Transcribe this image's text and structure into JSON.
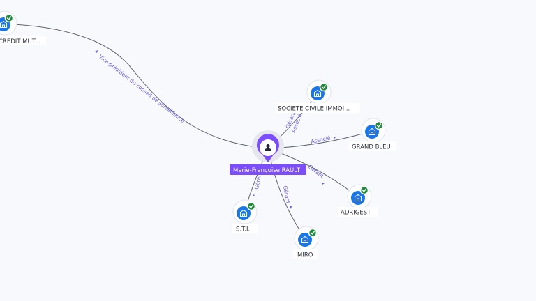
{
  "center": {
    "name": "Marie-Françoise RAULT",
    "icon": "person-icon",
    "color": "#7c4dff"
  },
  "companies": [
    {
      "id": "credit_mutuel",
      "label": "CREDIT MUT...",
      "icon": "building-icon",
      "verified": true
    },
    {
      "id": "sci",
      "label": "SOCIETE CIVILE IMMOI...",
      "icon": "building-icon",
      "verified": true
    },
    {
      "id": "grand_bleu",
      "label": "GRAND BLEU",
      "icon": "building-icon",
      "verified": true
    },
    {
      "id": "adrigest",
      "label": "ADRIGEST",
      "icon": "building-icon",
      "verified": true
    },
    {
      "id": "miro",
      "label": "MIRO",
      "icon": "building-icon",
      "verified": true
    },
    {
      "id": "sti",
      "label": "S.T.I.",
      "icon": "building-icon",
      "verified": true
    }
  ],
  "relations": [
    {
      "target": "credit_mutuel",
      "labels": [
        "Vice-président du conseil de surveillance"
      ]
    },
    {
      "target": "sci",
      "labels": [
        "Gérant",
        "Associé"
      ]
    },
    {
      "target": "grand_bleu",
      "labels": [
        "Associé"
      ]
    },
    {
      "target": "adrigest",
      "labels": [
        "Gérant"
      ]
    },
    {
      "target": "miro",
      "labels": [
        "Gérant"
      ]
    },
    {
      "target": "sti",
      "labels": [
        "Gérant"
      ]
    }
  ],
  "colors": {
    "company_node": "#1976e8",
    "verified_badge": "#1f8a3c",
    "relation_label": "#6a5de0",
    "edge": "#5f6577"
  }
}
